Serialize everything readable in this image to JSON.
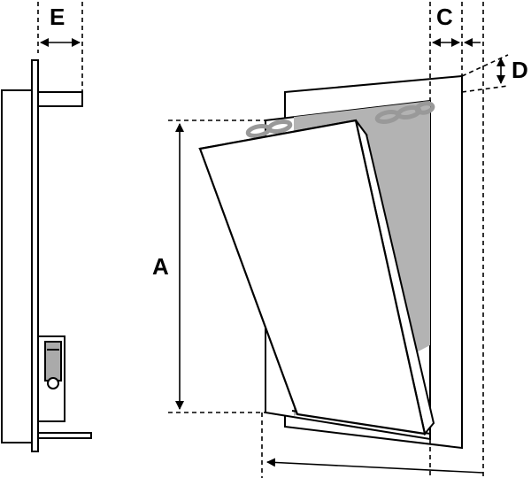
{
  "colors": {
    "line": "#000000",
    "panel_fill": "#ffffff",
    "recess_fill": "#b3b3b3",
    "chain": "#999999"
  },
  "labels": {
    "a": "A",
    "c": "C",
    "d": "D",
    "e": "E"
  },
  "icons": {
    "hinge": "hinge-icon",
    "chain": "chain-icon"
  }
}
